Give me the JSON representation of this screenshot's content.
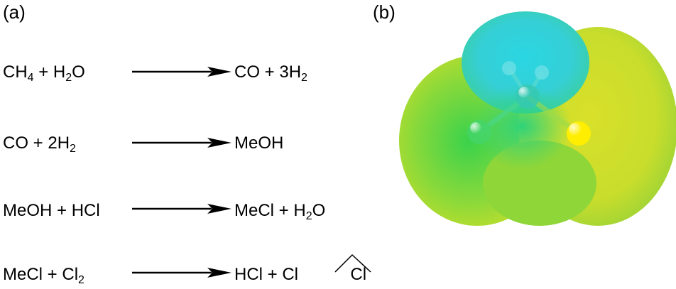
{
  "panels": {
    "a_label": "(a)",
    "b_label": "(b)"
  },
  "reactions": [
    {
      "reactant_html": "CH<sub>4</sub> + H<sub>2</sub>O",
      "product_html": "CO + 3H<sub>2</sub>"
    },
    {
      "reactant_html": "CO + 2H<sub>2</sub>",
      "product_html": "MeOH"
    },
    {
      "reactant_html": "MeOH + HCl",
      "product_html": "MeCl + H<sub>2</sub>O"
    },
    {
      "reactant_html": "MeCl + Cl<sub>2</sub>",
      "product_html": "HCl + Cl&nbsp;&nbsp;&nbsp;&nbsp;&nbsp;&nbsp;&nbsp;&nbsp;&nbsp;&nbsp;&nbsp;Cl"
    }
  ],
  "esp_colors": {
    "negative": "#2fd0e0",
    "mid": "#4cd64a",
    "positive": "#e6e020",
    "chlorine_atom": "#ffee00",
    "carbon_atom": "#35c8b0",
    "hydrogen_atom": "#6fe0e6"
  }
}
